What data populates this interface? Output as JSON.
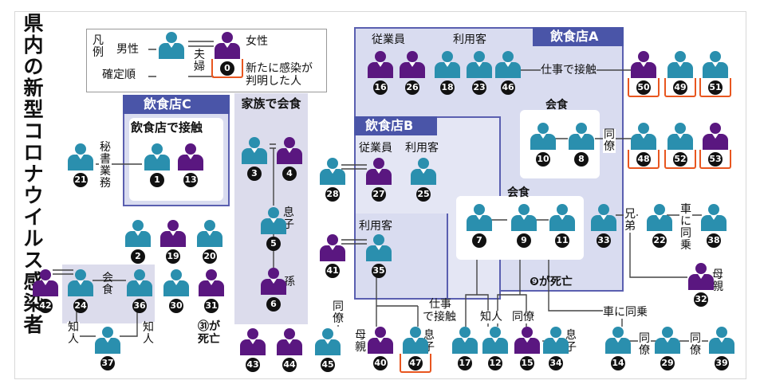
{
  "title_chars": [
    "県",
    "内",
    "の",
    "新",
    "型",
    "コ",
    "ロ",
    "ナ",
    "ウ",
    "イ",
    "ル",
    "ス",
    "感",
    "染",
    "者"
  ],
  "legend": {
    "header_chars": [
      "凡",
      "例"
    ],
    "male": "男性",
    "female": "女性",
    "couple_chars": [
      "夫",
      "婦"
    ],
    "order": "確定順",
    "new_infected": "新たに感染が判明した人",
    "sample_number": "0"
  },
  "groups": {
    "restaurant_a": "飲食店A",
    "restaurant_b": "飲食店B",
    "restaurant_c": "飲食店C",
    "a_employees": "従業員",
    "a_customers": "利用客",
    "b_employees": "従業員",
    "b_customers": "利用客",
    "b_customers2": "利用客",
    "c_contact": "飲食店で接触",
    "family_dinner": "家族で会食",
    "dinner_1": "会食",
    "dinner_2": "会食",
    "dinner_3_chars": [
      "会",
      "食"
    ],
    "work_contact": "仕事で接触",
    "death_9": "❾が死亡",
    "death_31_line1": "㉛が",
    "death_31_line2": "死亡",
    "car_together": "車に同乗"
  },
  "relations": {
    "secretary_chars": [
      "秘",
      "書",
      "業",
      "務"
    ],
    "son_chars": [
      "息",
      "子"
    ],
    "grandson": "孫",
    "colleague_chars": [
      "同",
      "僚"
    ],
    "brother_chars": [
      "兄",
      "弟"
    ],
    "car_chars": [
      "車",
      "に",
      "同",
      "乗"
    ],
    "mother_chars": [
      "母",
      "親"
    ],
    "acquaintance_chars": [
      "知",
      "人"
    ],
    "work_contact_line1": "仕事",
    "work_contact_line2": "で接触",
    "acquaintance": "知人",
    "colleague": "同僚"
  },
  "colors": {
    "male": "#2a8fae",
    "female": "#5a1780",
    "new_border": "#e8561f",
    "panel": "#d9dcf0",
    "panel_border": "#5a5fb0",
    "panel_header": "#4a55a8"
  },
  "persons": [
    {
      "id": "legend-m",
      "num": "",
      "g": "m",
      "n": false
    },
    {
      "id": "legend-f",
      "num": "0",
      "g": "f",
      "n": true
    },
    {
      "id": "p21",
      "num": "21",
      "g": "m",
      "n": false
    },
    {
      "id": "p1",
      "num": "1",
      "g": "m",
      "n": false
    },
    {
      "id": "p13",
      "num": "13",
      "g": "f",
      "n": false
    },
    {
      "id": "p3",
      "num": "3",
      "g": "m",
      "n": false
    },
    {
      "id": "p4",
      "num": "4",
      "g": "f",
      "n": false
    },
    {
      "id": "p5",
      "num": "5",
      "g": "m",
      "n": false
    },
    {
      "id": "p6",
      "num": "6",
      "g": "f",
      "n": false
    },
    {
      "id": "p2",
      "num": "2",
      "g": "m",
      "n": false
    },
    {
      "id": "p19",
      "num": "19",
      "g": "f",
      "n": false
    },
    {
      "id": "p20",
      "num": "20",
      "g": "m",
      "n": false
    },
    {
      "id": "p42",
      "num": "42",
      "g": "f",
      "n": false
    },
    {
      "id": "p24",
      "num": "24",
      "g": "m",
      "n": false
    },
    {
      "id": "p36",
      "num": "36",
      "g": "m",
      "n": false
    },
    {
      "id": "p30",
      "num": "30",
      "g": "m",
      "n": false
    },
    {
      "id": "p31",
      "num": "31",
      "g": "f",
      "n": false
    },
    {
      "id": "p37",
      "num": "37",
      "g": "m",
      "n": false
    },
    {
      "id": "p43",
      "num": "43",
      "g": "f",
      "n": false
    },
    {
      "id": "p44",
      "num": "44",
      "g": "f",
      "n": false
    },
    {
      "id": "p45",
      "num": "45",
      "g": "m",
      "n": false
    },
    {
      "id": "p16",
      "num": "16",
      "g": "f",
      "n": false
    },
    {
      "id": "p26",
      "num": "26",
      "g": "f",
      "n": false
    },
    {
      "id": "p18",
      "num": "18",
      "g": "m",
      "n": false
    },
    {
      "id": "p23",
      "num": "23",
      "g": "m",
      "n": false
    },
    {
      "id": "p46",
      "num": "46",
      "g": "m",
      "n": false
    },
    {
      "id": "p50",
      "num": "50",
      "g": "f",
      "n": true
    },
    {
      "id": "p49",
      "num": "49",
      "g": "m",
      "n": true
    },
    {
      "id": "p51",
      "num": "51",
      "g": "m",
      "n": true
    },
    {
      "id": "p10",
      "num": "10",
      "g": "m",
      "n": false
    },
    {
      "id": "p8",
      "num": "8",
      "g": "m",
      "n": false
    },
    {
      "id": "p48",
      "num": "48",
      "g": "m",
      "n": true
    },
    {
      "id": "p52",
      "num": "52",
      "g": "m",
      "n": true
    },
    {
      "id": "p53",
      "num": "53",
      "g": "f",
      "n": true
    },
    {
      "id": "p28",
      "num": "28",
      "g": "m",
      "n": false
    },
    {
      "id": "p27",
      "num": "27",
      "g": "f",
      "n": false
    },
    {
      "id": "p25",
      "num": "25",
      "g": "m",
      "n": false
    },
    {
      "id": "p41",
      "num": "41",
      "g": "f",
      "n": false
    },
    {
      "id": "p35",
      "num": "35",
      "g": "m",
      "n": false
    },
    {
      "id": "p7",
      "num": "7",
      "g": "m",
      "n": false
    },
    {
      "id": "p9",
      "num": "9",
      "g": "m",
      "n": false
    },
    {
      "id": "p11",
      "num": "11",
      "g": "m",
      "n": false
    },
    {
      "id": "p33",
      "num": "33",
      "g": "m",
      "n": false
    },
    {
      "id": "p22",
      "num": "22",
      "g": "m",
      "n": false
    },
    {
      "id": "p38",
      "num": "38",
      "g": "m",
      "n": false
    },
    {
      "id": "p32",
      "num": "32",
      "g": "f",
      "n": false
    },
    {
      "id": "p40",
      "num": "40",
      "g": "f",
      "n": false
    },
    {
      "id": "p47",
      "num": "47",
      "g": "m",
      "n": true
    },
    {
      "id": "p17",
      "num": "17",
      "g": "m",
      "n": false
    },
    {
      "id": "p12",
      "num": "12",
      "g": "m",
      "n": false
    },
    {
      "id": "p15",
      "num": "15",
      "g": "f",
      "n": false
    },
    {
      "id": "p34",
      "num": "34",
      "g": "m",
      "n": false
    },
    {
      "id": "p14",
      "num": "14",
      "g": "m",
      "n": false
    },
    {
      "id": "p29",
      "num": "29",
      "g": "m",
      "n": false
    },
    {
      "id": "p39",
      "num": "39",
      "g": "m",
      "n": false
    }
  ]
}
